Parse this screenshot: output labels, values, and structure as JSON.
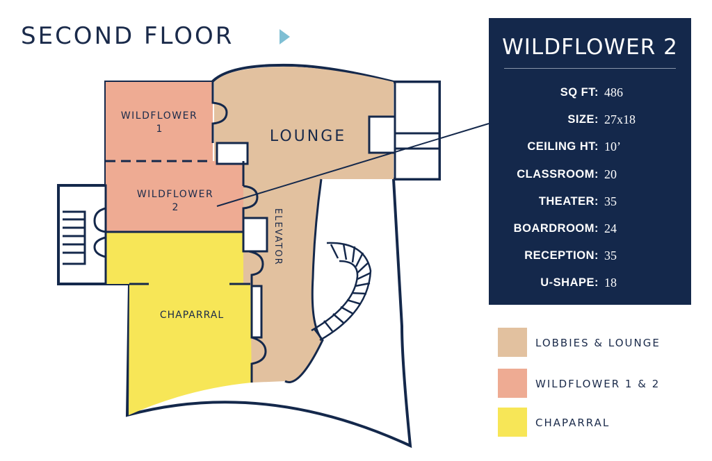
{
  "floor_title": "SECOND FLOOR",
  "colors": {
    "navy": "#14284b",
    "lounge": "#e2c19f",
    "wildflower": "#eeab93",
    "chaparral": "#f7e657",
    "arrow": "#7fbfd4"
  },
  "rooms": {
    "wildflower1": "WILDFLOWER",
    "wildflower1_num": "1",
    "wildflower2": "WILDFLOWER",
    "wildflower2_num": "2",
    "lounge": "LOUNGE",
    "elevator": "ELEVATOR",
    "chaparral": "CHAPARRAL"
  },
  "panel": {
    "title": "WILDFLOWER 2",
    "specs": [
      {
        "label": "SQ FT:",
        "value": "486"
      },
      {
        "label": "SIZE:",
        "value": "27x18"
      },
      {
        "label": "CEILING HT:",
        "value": "10’"
      },
      {
        "label": "CLASSROOM:",
        "value": "20"
      },
      {
        "label": "THEATER:",
        "value": "35"
      },
      {
        "label": "BOARDROOM:",
        "value": "24"
      },
      {
        "label": "RECEPTION:",
        "value": "35"
      },
      {
        "label": "U-SHAPE:",
        "value": "18"
      }
    ]
  },
  "legend": [
    {
      "label": "LOBBIES & LOUNGE",
      "color": "#e2c19f"
    },
    {
      "label": "WILDFLOWER 1 & 2",
      "color": "#eeab93"
    },
    {
      "label": "CHAPARRAL",
      "color": "#f7e657"
    }
  ]
}
